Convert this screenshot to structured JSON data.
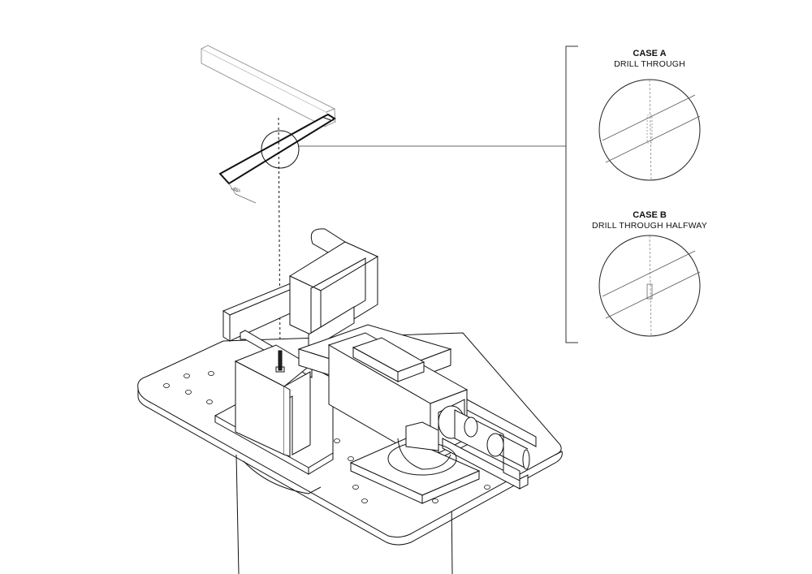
{
  "case_a": {
    "title": "CASE A",
    "description": "DRILL THROUGH"
  },
  "case_b": {
    "title": "CASE B",
    "description": "DRILL THROUGH HALFWAY"
  },
  "angle_label": "45°",
  "colors": {
    "line": "#1a1a1a",
    "light_line": "#888888",
    "background": "#ffffff"
  }
}
